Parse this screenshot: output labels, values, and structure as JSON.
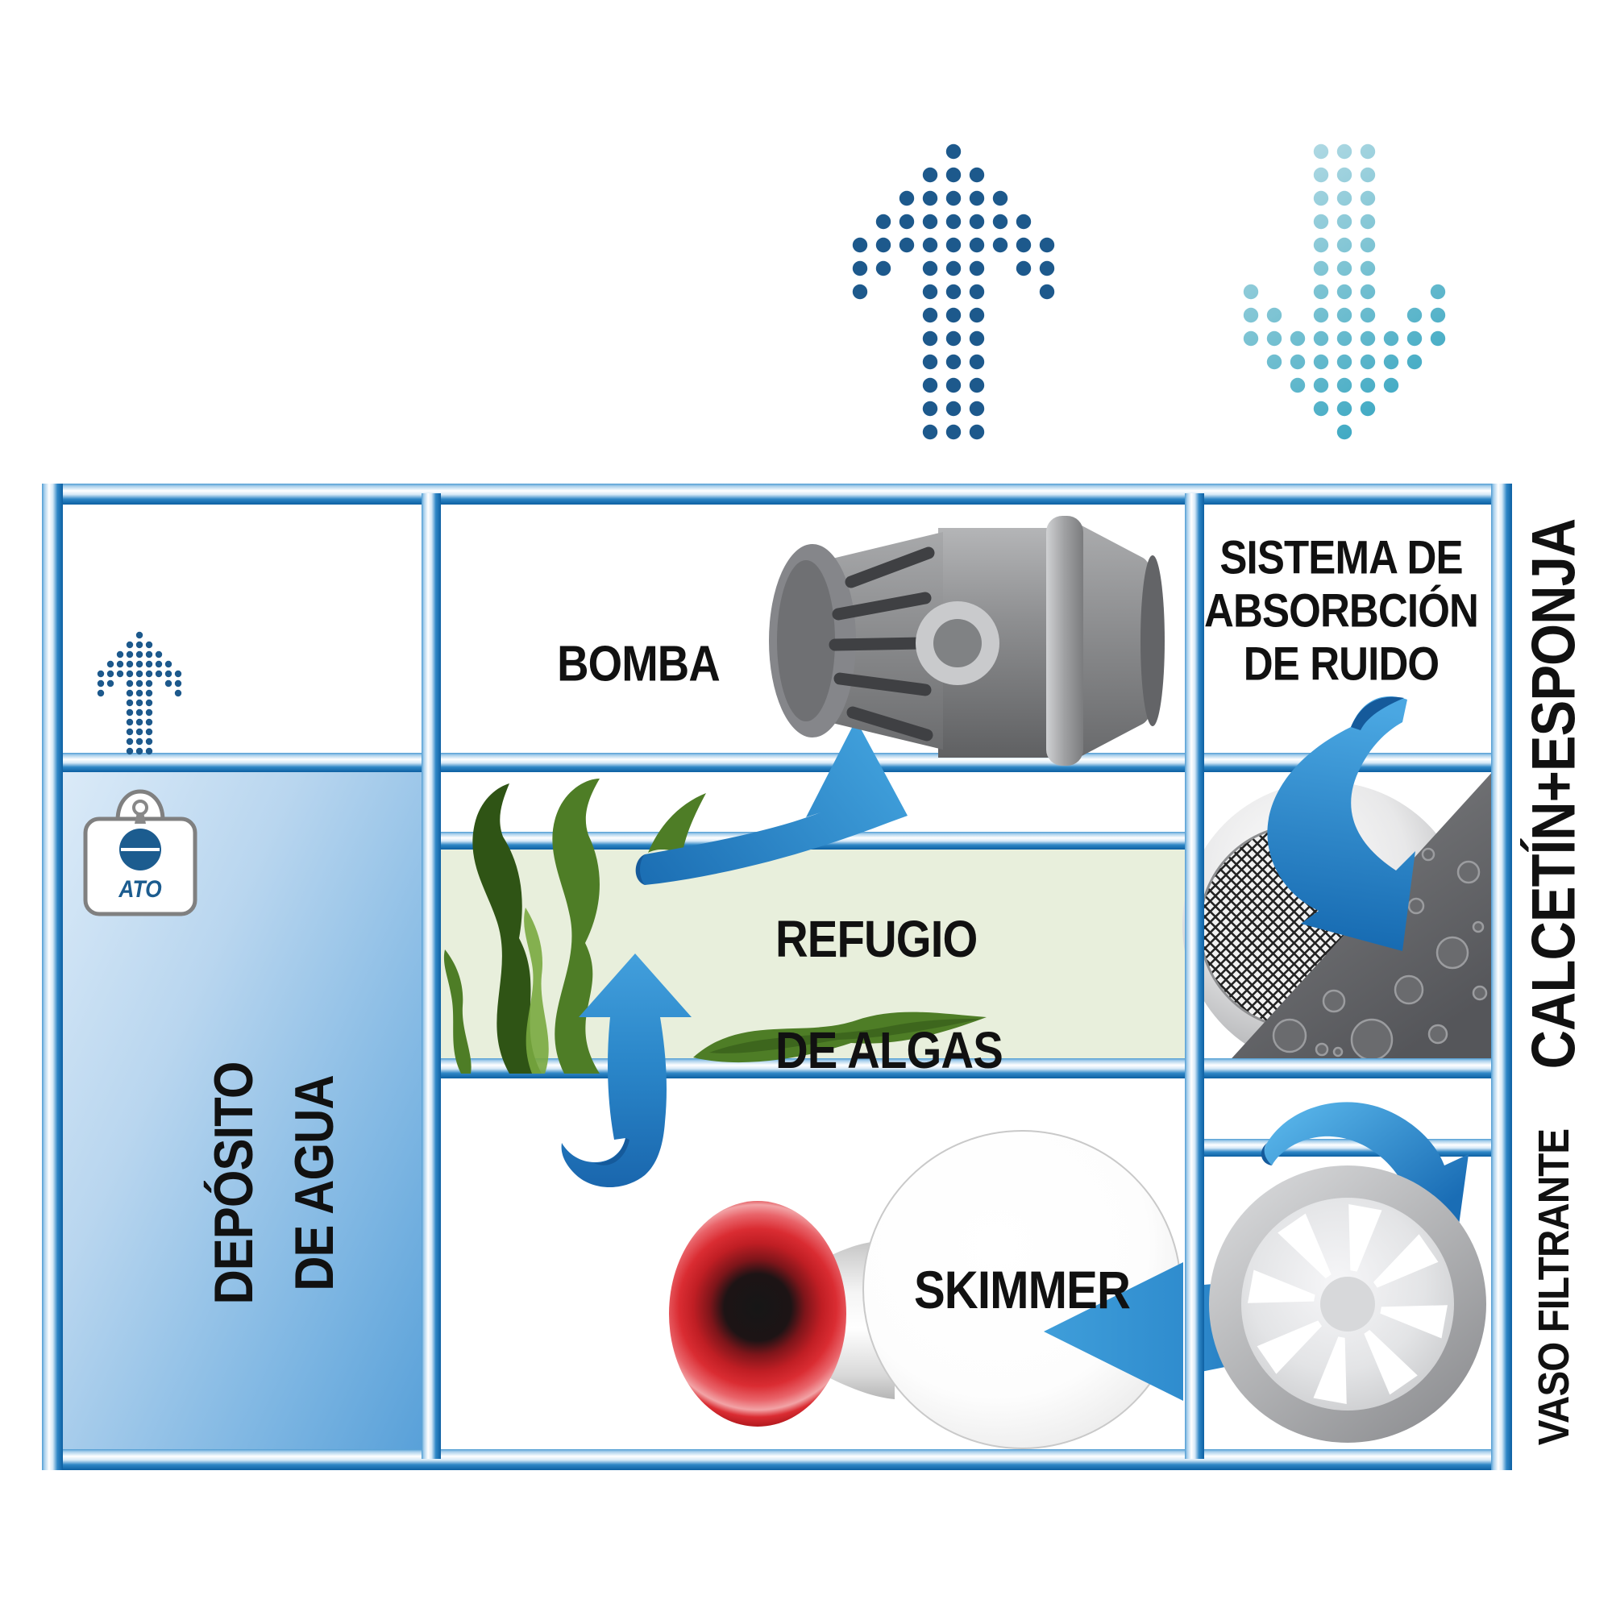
{
  "labels": {
    "bomba": "BOMBA",
    "refugio_1": "REFUGIO",
    "refugio_2": "DE ALGAS",
    "skimmer": "SKIMMER",
    "sistema_1": "SISTEMA DE",
    "sistema_2": "ABSORBCIÓN",
    "sistema_3": "DE RUIDO",
    "deposito_1": "DEPÓSITO",
    "deposito_2": "DE AGUA",
    "calcetin_esponja": "CALCETÍN+ESPONJA",
    "vaso_filtrante": "VASO FILTRANTE",
    "ato": "ATO"
  },
  "colors": {
    "navy_dots": "#1d598c",
    "teal_light": "#bedfe8",
    "teal_mid": "#7cc3d3",
    "teal_dark": "#29a0be",
    "pipe_blue": "#0d60a2",
    "arrow_light": "#4aa7e2",
    "arrow_dark": "#1a67ae",
    "refugio_green_bg": "#e8efdc",
    "deposito_light": "#dcebf8",
    "deposito_dark": "#569fd8",
    "algae_dark": "#2f5415",
    "algae_mid": "#4e7d26",
    "algae_light": "#79a83f",
    "skimmer_red": "#d2252b",
    "label_black": "#111111",
    "ato_navy": "#1c5c8f",
    "fan_white": "#ffffff"
  },
  "icons": {
    "arrow_up_large": "dotted-arrow-up-icon",
    "arrow_down_large": "dotted-arrow-down-icon",
    "arrow_up_small": "dotted-arrow-up-small-icon",
    "pump": "pump-icon",
    "algae": "algae-icon",
    "skimmer_unit": "skimmer-icon",
    "skimmer_cup": "skimmer-collection-cup-icon",
    "sponge": "sponge-filter-icon",
    "mesh": "filter-mesh-icon",
    "filter_cup": "filter-cup-icon",
    "ato_tag": "ato-tag-icon",
    "flow_arrows": "flow-arrow-icon"
  }
}
